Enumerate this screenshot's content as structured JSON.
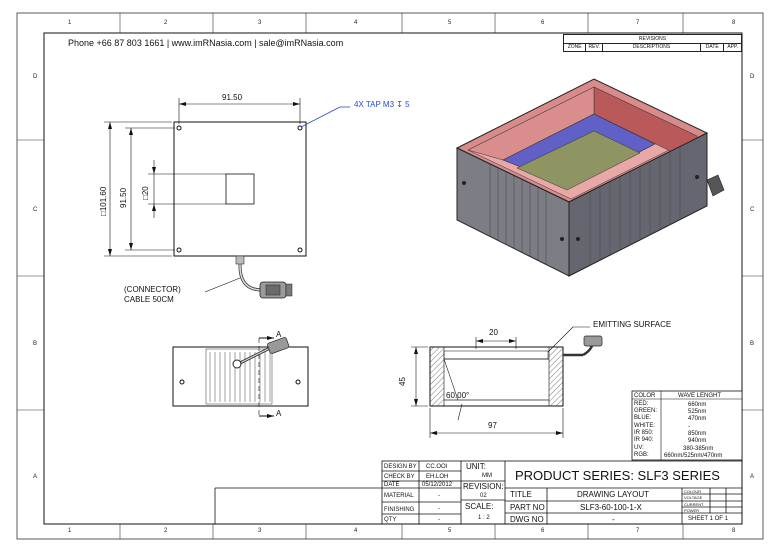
{
  "header": {
    "contact": "Phone +66 87 803 1661 | www.imRNasia.com | sale@imRNasia.com"
  },
  "zones": {
    "columns": [
      "1",
      "2",
      "3",
      "4",
      "5",
      "6",
      "7",
      "8"
    ],
    "rows": [
      "D",
      "C",
      "B",
      "A"
    ]
  },
  "revisions": {
    "title": "REVISIONS",
    "columns": [
      "ZONE",
      "REV.",
      "DESCRIPTIONS",
      "DATE",
      "APP."
    ]
  },
  "top_view": {
    "width_dim": "91.50",
    "tap_note": "4X TAP M3 ↧ 5",
    "outer_dim": "□101.60",
    "inner_dim": "91.50",
    "window_dim": "□20",
    "connector_label_1": "(CONNECTOR)",
    "connector_label_2": "CABLE 50CM"
  },
  "side_view": {
    "section_a_top": "A",
    "section_a_bottom": "A"
  },
  "section_view": {
    "width_20": "20",
    "emitting": "EMITTING SURFACE",
    "height_45": "45",
    "angle": "60.00°",
    "width_97": "97"
  },
  "wavelength_table": {
    "header": [
      "COLOR",
      "WAVE LENGHT"
    ],
    "rows": [
      [
        "RED:",
        "660nm"
      ],
      [
        "GREEN:",
        "525nm"
      ],
      [
        "BLUE:",
        "470nm"
      ],
      [
        "WHITE:",
        "-"
      ],
      [
        "IR 850:",
        "850nm"
      ],
      [
        "IR 940:",
        "940nm"
      ],
      [
        "UV:",
        "380-385nm"
      ],
      [
        "RGB:",
        "660nm/525nm/470nm"
      ]
    ]
  },
  "title_block": {
    "design_by_label": "DESIGN BY",
    "design_by": "CC.OOI",
    "check_by_label": "CHECK BY",
    "check_by": "EH.LOH",
    "date_label": "DATE",
    "date": "05/12/2012",
    "material_label": "MATERIAL",
    "material": "-",
    "finishing_label": "FINISHING",
    "finishing": "-",
    "qty_label": "QTY",
    "qty": "-",
    "unit_label": "UNIT:",
    "unit": "MM",
    "revision_label": "REVISION:",
    "revision": "02",
    "scale_label": "SCALE:",
    "scale": "1 : 2",
    "product_series": "PRODUCT SERIES: SLF3  SERIES",
    "title_label": "TITLE",
    "title": "DRAWING LAYOUT",
    "part_no_label": "PART NO",
    "part_no": "SLF3-60-100-1-X",
    "dwg_no_label": "DWG NO",
    "dwg_no": "-",
    "colour_label": "COLOUR",
    "voltage_label": "VOLTAGE",
    "current_label": "CURRENT",
    "power_label": "POWER",
    "sheet": "SHEET 1 OF 1"
  }
}
